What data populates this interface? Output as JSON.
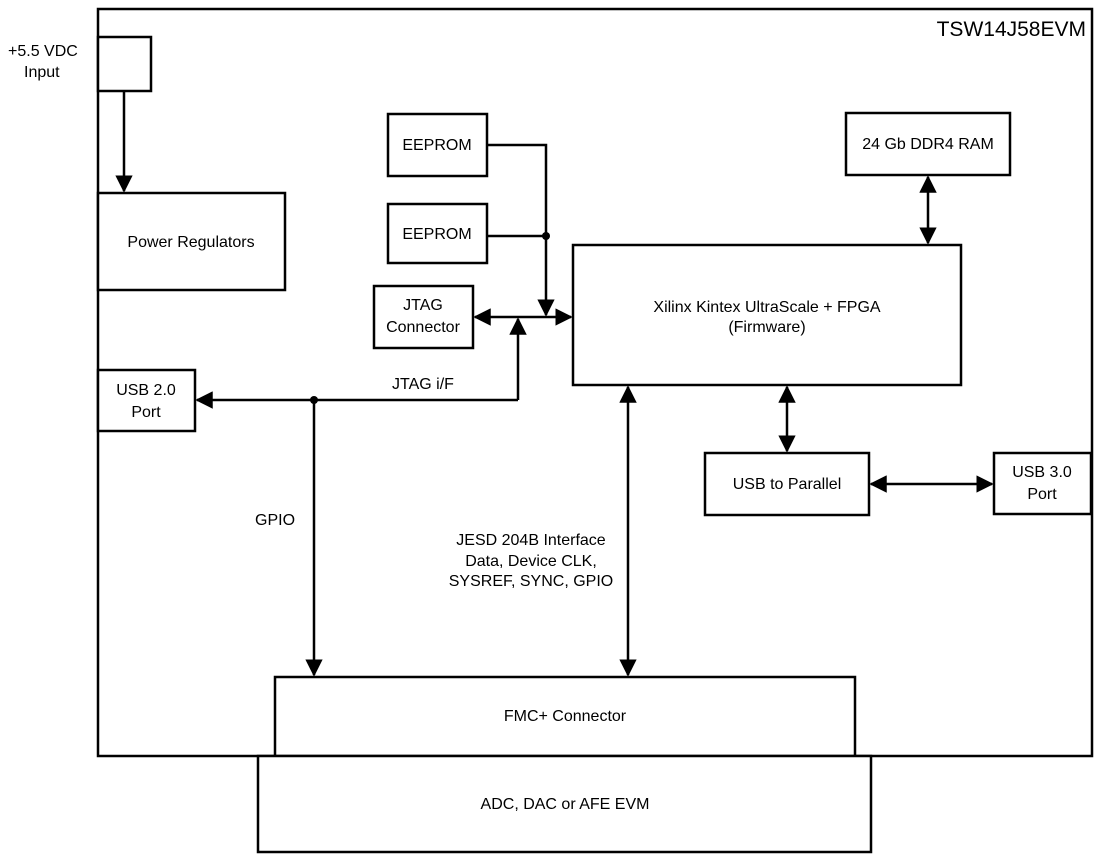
{
  "board_title": "TSW14J58EVM",
  "power_input": {
    "line1": "+5.5 VDC",
    "line2": "Input"
  },
  "blocks": {
    "power_regulators": "Power Regulators",
    "eeprom_1": "EEPROM",
    "eeprom_2": "EEPROM",
    "jtag_connector": {
      "line1": "JTAG",
      "line2": "Connector"
    },
    "ddr4_ram": "24 Gb DDR4 RAM",
    "fpga": {
      "line1": "Xilinx Kintex UltraScale + FPGA",
      "line2": "(Firmware)"
    },
    "usb2_port": {
      "line1": "USB 2.0",
      "line2": "Port"
    },
    "usb_to_parallel": "USB to Parallel",
    "usb3_port": {
      "line1": "USB 3.0",
      "line2": "Port"
    },
    "fmc_connector": "FMC+ Connector",
    "evm": "ADC, DAC or AFE EVM"
  },
  "signals": {
    "jtag_if": "JTAG i/F",
    "gpio": "GPIO",
    "jesd": {
      "line1": "JESD 204B Interface",
      "line2": "Data, Device CLK,",
      "line3": "SYSREF, SYNC, GPIO"
    }
  }
}
